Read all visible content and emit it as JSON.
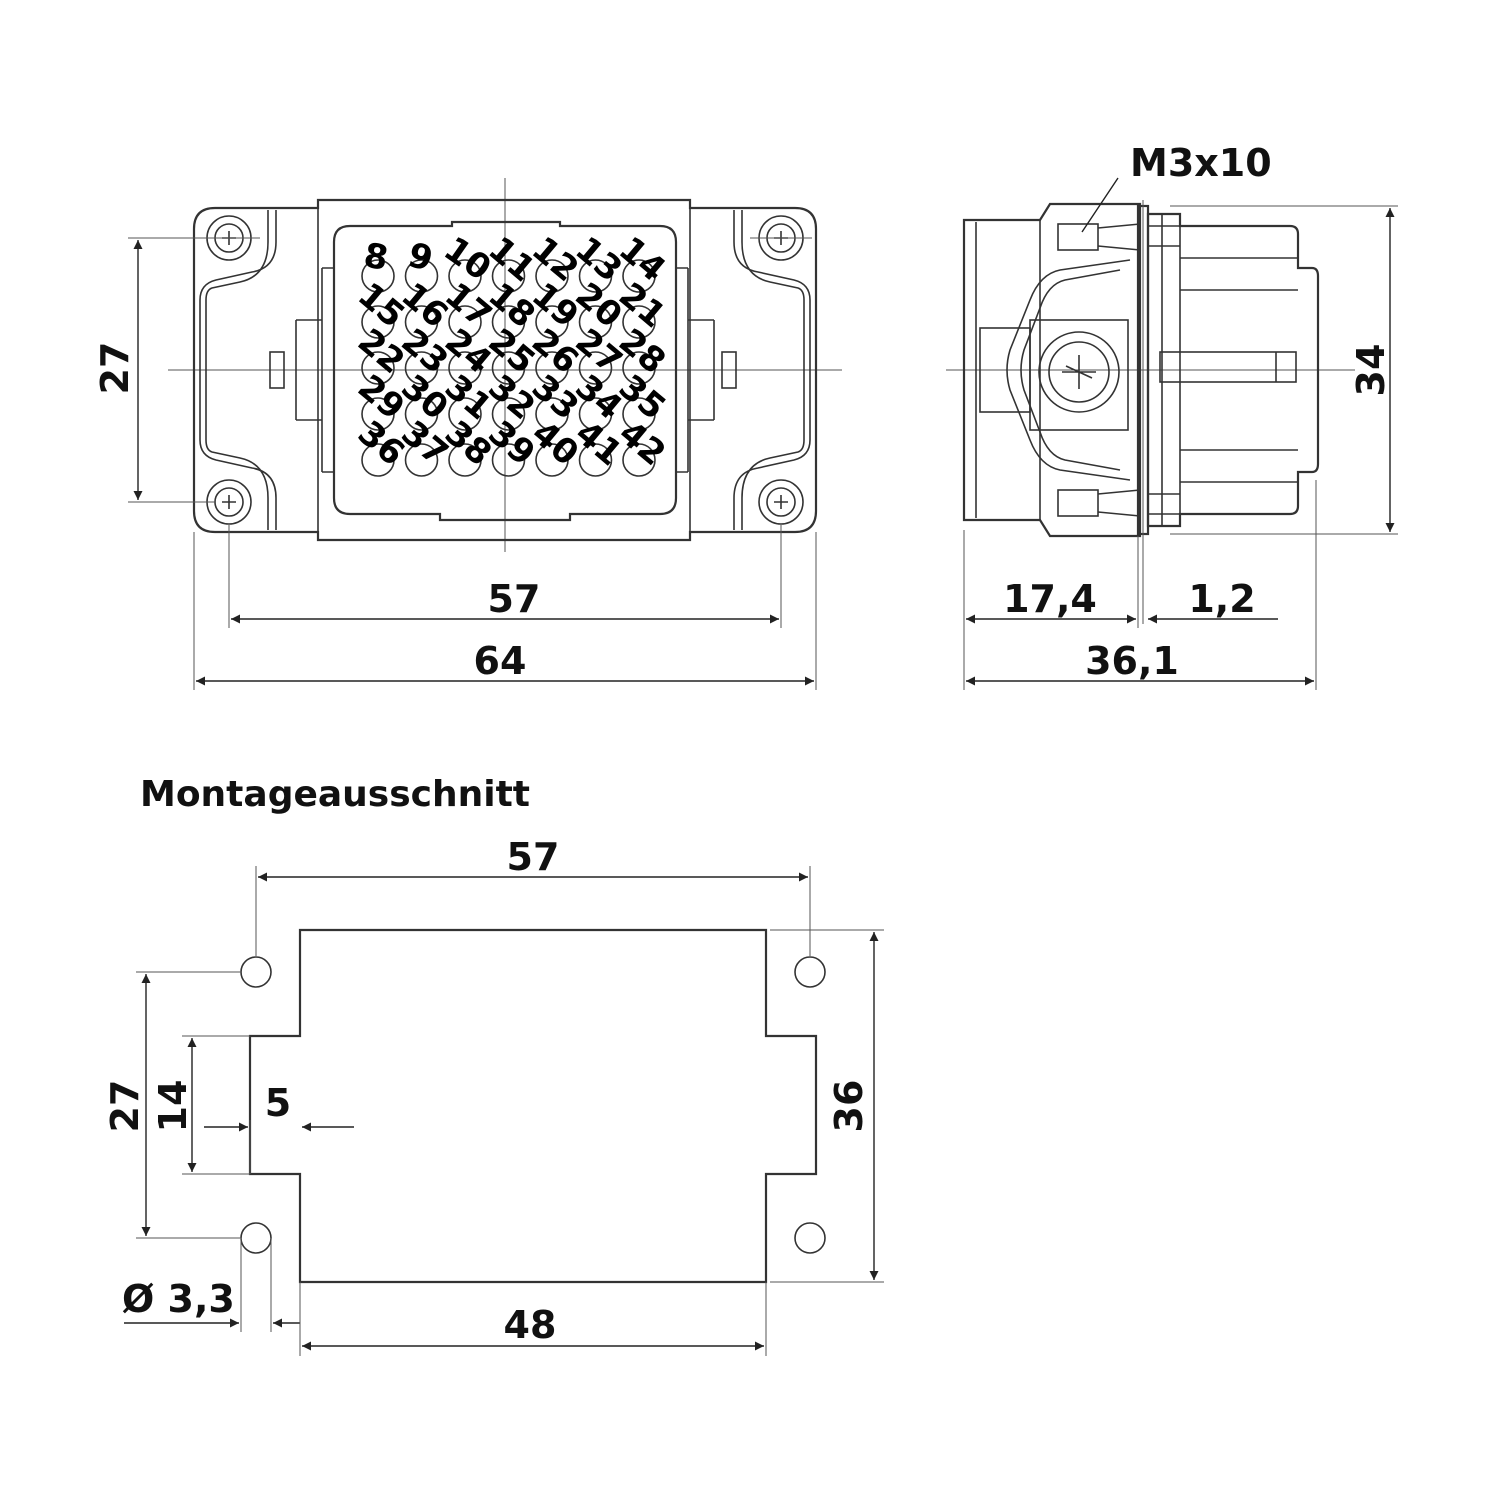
{
  "front_view": {
    "dim_height": "27",
    "dim_hole_spacing": "57",
    "dim_width": "64",
    "pins": [
      {
        "label": "8",
        "rot": 10
      },
      {
        "label": "9",
        "rot": 15
      },
      {
        "label": "10",
        "rot": 35
      },
      {
        "label": "11",
        "rot": 40
      },
      {
        "label": "12",
        "rot": 40
      },
      {
        "label": "13",
        "rot": 40
      },
      {
        "label": "14",
        "rot": 40
      },
      {
        "label": "15",
        "rot": 40
      },
      {
        "label": "16",
        "rot": 40
      },
      {
        "label": "17",
        "rot": 40
      },
      {
        "label": "18",
        "rot": 40
      },
      {
        "label": "19",
        "rot": 40
      },
      {
        "label": "20",
        "rot": 40
      },
      {
        "label": "21",
        "rot": 40
      },
      {
        "label": "22",
        "rot": 40
      },
      {
        "label": "23",
        "rot": 40
      },
      {
        "label": "24",
        "rot": 40
      },
      {
        "label": "25",
        "rot": 40
      },
      {
        "label": "26",
        "rot": 40
      },
      {
        "label": "27",
        "rot": 40
      },
      {
        "label": "28",
        "rot": 40
      },
      {
        "label": "29",
        "rot": 40
      },
      {
        "label": "30",
        "rot": 40
      },
      {
        "label": "31",
        "rot": 40
      },
      {
        "label": "32",
        "rot": 40
      },
      {
        "label": "33",
        "rot": 40
      },
      {
        "label": "34",
        "rot": 40
      },
      {
        "label": "35",
        "rot": 40
      },
      {
        "label": "36",
        "rot": 40
      },
      {
        "label": "37",
        "rot": 40
      },
      {
        "label": "38",
        "rot": 40
      },
      {
        "label": "39",
        "rot": 40
      },
      {
        "label": "40",
        "rot": 40
      },
      {
        "label": "41",
        "rot": 40
      },
      {
        "label": "42",
        "rot": 40
      }
    ]
  },
  "side_view": {
    "screw_label": "M3x10",
    "dim_height": "34",
    "dim_depth_front": "17,4",
    "dim_flange": "1,2",
    "dim_total_depth": "36,1"
  },
  "cutout": {
    "title": "Montageausschnitt",
    "dim_hole_spacing": "57",
    "dim_height_holes": "27",
    "dim_notch_height": "14",
    "dim_notch_depth": "5",
    "dim_height": "36",
    "dim_hole_diameter": "Ø 3,3",
    "dim_width": "48"
  }
}
